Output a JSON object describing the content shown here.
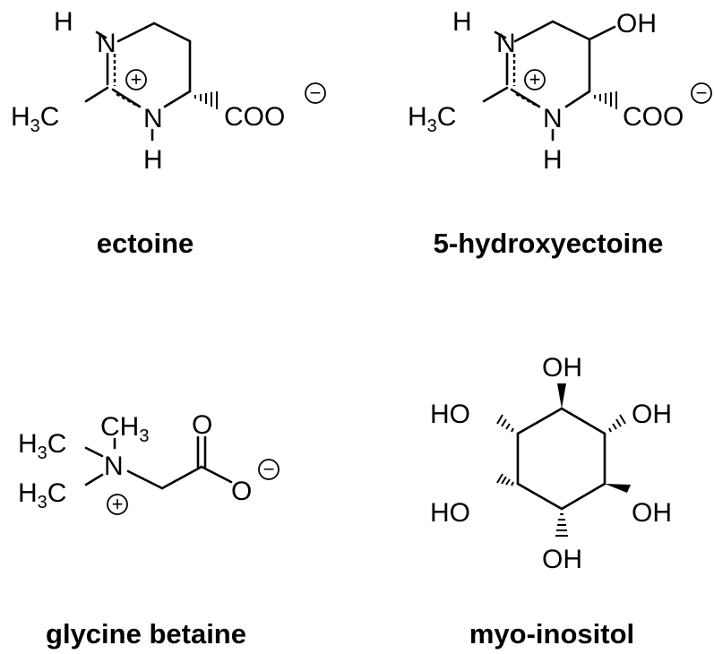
{
  "molecules": [
    {
      "name": "ectoine",
      "atoms": {
        "h_top": "H",
        "n_top": "N",
        "plus": "+",
        "methyl_h": "H",
        "methyl_sub": "3",
        "methyl_c": "C",
        "n_bottom": "N",
        "h_bottom": "H",
        "carboxylate": "COO",
        "minus": "−"
      }
    },
    {
      "name": "5-hydroxyectoine",
      "atoms": {
        "h_top": "H",
        "n_top": "N",
        "plus": "+",
        "oh": "OH",
        "methyl_h": "H",
        "methyl_sub": "3",
        "methyl_c": "C",
        "n_bottom": "N",
        "h_bottom": "H",
        "carboxylate": "COO",
        "minus": "−"
      }
    },
    {
      "name": "glycine betaine",
      "atoms": {
        "ch3_c": "CH",
        "ch3_sub": "3",
        "methyl_h": "H",
        "methyl_sub": "3",
        "methyl_c": "C",
        "methyl2_h": "H",
        "methyl2_sub": "3",
        "methyl2_c": "C",
        "n": "N",
        "plus": "+",
        "o_double": "O",
        "o_single": "O",
        "minus": "−"
      }
    },
    {
      "name": "myo-inositol",
      "atoms": {
        "oh_top": "OH",
        "ho_upper_left": "HO",
        "oh_upper_right": "OH",
        "ho_lower_left": "HO",
        "oh_lower_right": "OH",
        "oh_bottom": "OH"
      }
    }
  ]
}
